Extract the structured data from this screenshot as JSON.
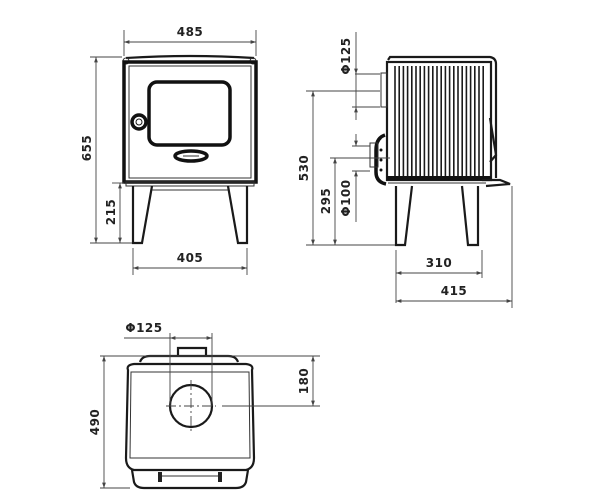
{
  "drawing": {
    "title": "Wood stove dimension drawing",
    "units": "mm",
    "colors": {
      "line": "#1a1a1a",
      "dimension": "#444444",
      "background": "#ffffff"
    }
  },
  "front_view": {
    "overall_width": "485",
    "overall_height": "655",
    "leg_height": "215",
    "leg_spacing": "405"
  },
  "side_view": {
    "flue_top_diameter": "Φ125",
    "flue_rear_diameter": "Φ100",
    "top_flue_height": "530",
    "rear_flue_height": "295",
    "leg_depth_spacing": "310",
    "overall_depth": "415"
  },
  "top_view": {
    "flue_diameter": "Φ125",
    "flue_center_offset": "180",
    "overall_depth": "490"
  }
}
